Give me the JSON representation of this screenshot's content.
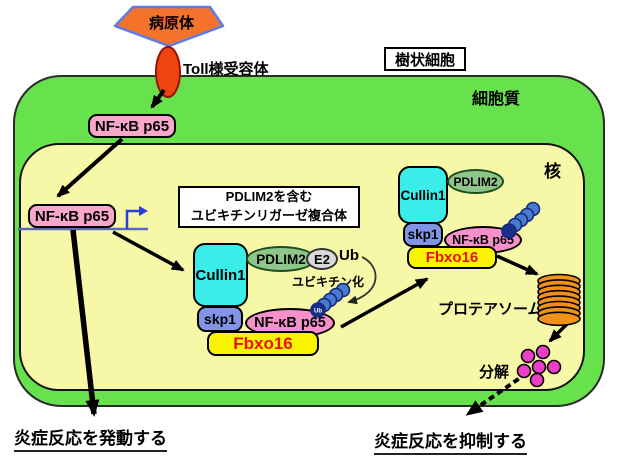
{
  "diagram": {
    "cell_type": "樹状細胞",
    "regions": {
      "cytoplasm": "細胞質",
      "nucleus": "核"
    },
    "top": {
      "pathogen": "病原体",
      "receptor": "Toll様受容体"
    },
    "molecules": {
      "nfkb": "NF-κB p65",
      "cullin1": "Cullin1",
      "pdlim2": "PDLIM2",
      "e2": "E2",
      "ub": "Ub",
      "skp1": "skp1",
      "fbxo16": "Fbxo16"
    },
    "annotations": {
      "complex_title_line1": "PDLIM2を含む",
      "complex_title_line2": "ユビキチンリガーゼ複合体",
      "ubiquitination": "ユビキチン化",
      "proteasome": "プロテアソーム",
      "degradation": "分解"
    },
    "outcomes": {
      "activate": "炎症反応を発動する",
      "suppress": "炎症反応を抑制する"
    },
    "colors": {
      "cell_green": "#68E24C",
      "nucleus_yellow": "#F7F7A8",
      "nfkb_pink": "#F9A6CB",
      "cullin1_cyan": "#3BEDE8",
      "pdlim2_green": "#8FC68C",
      "skp1_blue": "#8095E5",
      "fbxo16_yellow": "#F9F400",
      "fbxo16_text_red": "#E81111",
      "proteasome_orange": "#F29018",
      "degradation_magenta": "#EA3FC7",
      "toll_receptor_red": "#EE4411",
      "pathogen_orange": "#F4732C",
      "pathogen_border_blue": "#5C7BE8",
      "ubiquitin_blue": "#4A7AD0",
      "dna_blue": "#5A6AB8",
      "promoter_blue": "#2B3FD6"
    }
  }
}
